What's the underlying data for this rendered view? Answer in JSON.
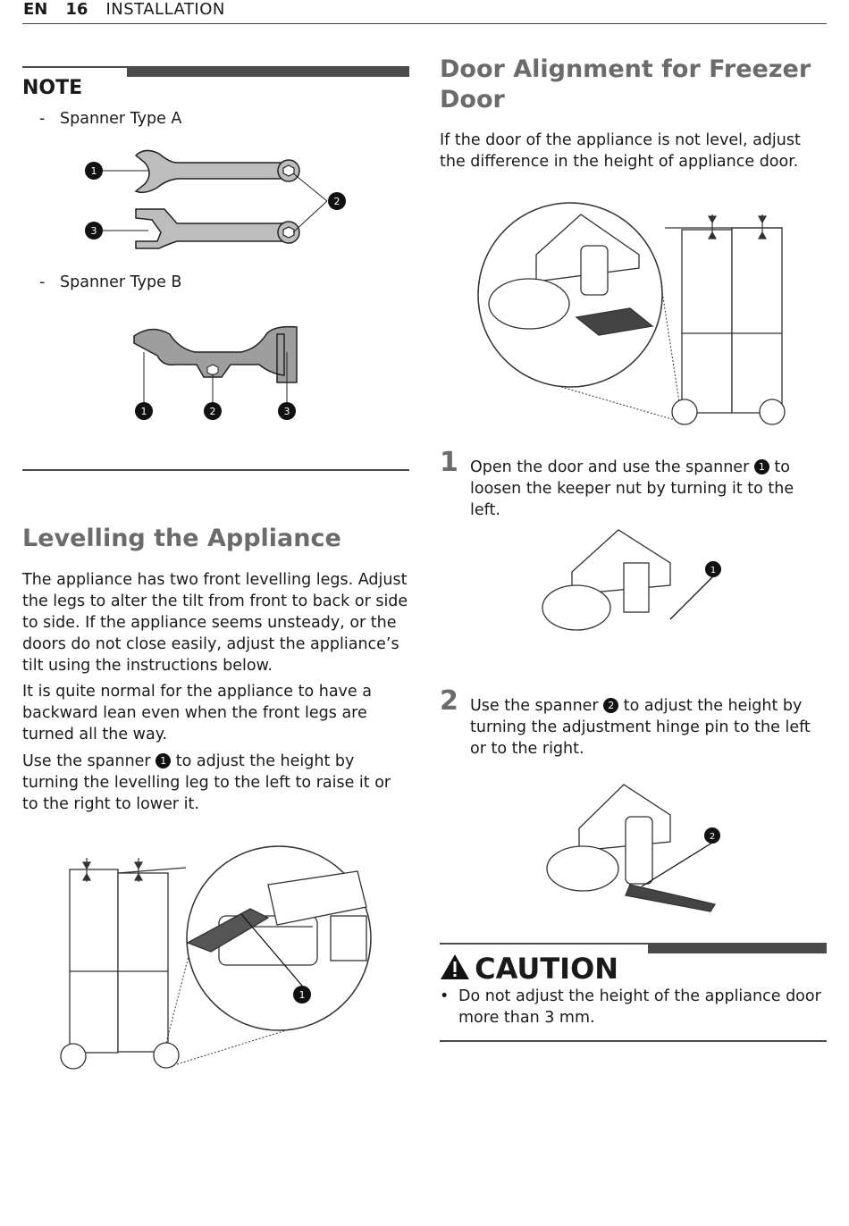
{
  "header": {
    "lang": "EN",
    "page": "16",
    "section": "INSTALLATION"
  },
  "note": {
    "title": "NOTE",
    "spanner_a_label": "Spanner Type A",
    "spanner_b_label": "Spanner Type B",
    "callouts": [
      "1",
      "2",
      "3"
    ]
  },
  "levelling": {
    "title": "Levelling the Appliance",
    "para1": "The appliance has two front levelling legs. Adjust the legs to alter the tilt from front to back or side to side. If the appliance seems unsteady, or the doors do not close easily, adjust the appliance’s tilt using the instructions below.",
    "para2": "It is quite normal for the appliance to have a backward lean even when the front legs are turned all the way.",
    "para3_pre": "Use the spanner",
    "para3_badge": "1",
    "para3_post": "to adjust the height by turning the levelling leg to the left to raise it or to the right to lower it.",
    "fig_callout": "1"
  },
  "door_alignment": {
    "title": "Door Alignment for Freezer Door",
    "intro": "If the door of the appliance is not level, adjust the difference in the height of appliance door.",
    "steps": [
      {
        "num": "1",
        "pre": "Open the door and use the spanner",
        "badge": "1",
        "post": "to loosen the keeper nut by turning it to the left.",
        "fig_callout": "1"
      },
      {
        "num": "2",
        "pre": "Use the spanner",
        "badge": "2",
        "post": "to adjust the height by turning the adjustment hinge pin to the left or to the right.",
        "fig_callout": "2"
      }
    ]
  },
  "caution": {
    "title": "CAUTION",
    "item": "Do not adjust the height of the appliance door more than 3 mm."
  }
}
